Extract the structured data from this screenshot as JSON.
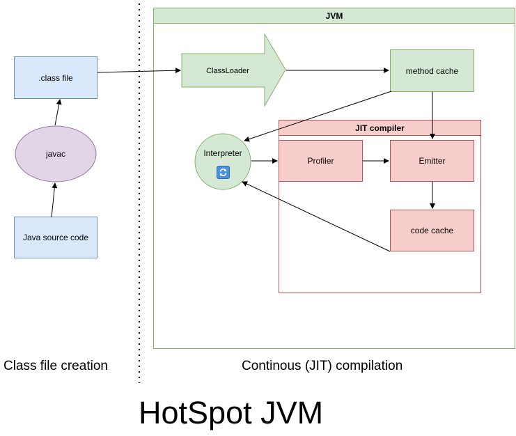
{
  "left": {
    "class_file": ".class file",
    "javac": "javac",
    "java_source": "Java source code",
    "caption": "Class file creation"
  },
  "jvm": {
    "title": "JVM",
    "classloader": "ClassLoader",
    "method_cache": "method cache",
    "interpreter": "Interpreter",
    "caption": "Continous (JIT) compilation",
    "jit": {
      "title": "JIT compiler",
      "profiler": "Profiler",
      "emitter": "Emitter",
      "code_cache": "code cache"
    }
  },
  "title": "HotSpot JVM",
  "colors": {
    "blue_fill": "#dae8fc",
    "blue_stroke": "#6c8ebf",
    "green_fill": "#d5e8d4",
    "green_stroke": "#82b366",
    "red_fill": "#f8cecc",
    "red_stroke": "#b85450",
    "purple_fill": "#e1d5e7",
    "purple_stroke": "#9673a6"
  }
}
